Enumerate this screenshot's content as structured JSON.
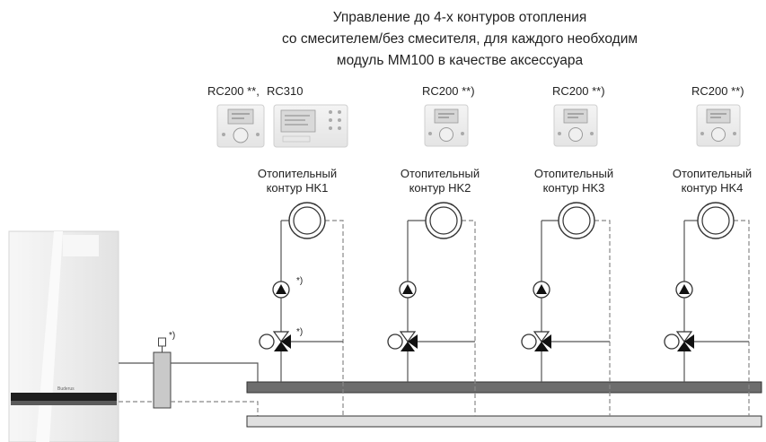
{
  "title": {
    "line1": "Управление  до 4-х контуров отопления",
    "line2": "со смесителем/без смесителя, для каждого необходим",
    "line3": "модуль MM100 в качестве аксессуара"
  },
  "controllers": [
    {
      "label_a": "RC200 **,",
      "label_b": "RC310"
    },
    {
      "label": "RC200 **)"
    },
    {
      "label": "RC200 **)"
    },
    {
      "label": "RC200 **)"
    }
  ],
  "circuits": [
    {
      "line1": "Отопительный",
      "line2": "контур HK1"
    },
    {
      "line1": "Отопительный",
      "line2": "контур HK2"
    },
    {
      "line1": "Отопительный",
      "line2": "контур HK3"
    },
    {
      "line1": "Отопительный",
      "line2": "контур HK4"
    }
  ],
  "notes": {
    "pump_note": "*)",
    "mixer_note": "*)",
    "separator_note": "*)"
  },
  "boiler": {
    "brand": "Buderus"
  },
  "colors": {
    "supply_pipe": "#555555",
    "supply_bar": "#6d6d6d",
    "return_bar": "#e0e0e0",
    "return_dashed": "#888888",
    "separator_fill": "#c9c9c9",
    "boiler_front": "#f1f1f1"
  }
}
